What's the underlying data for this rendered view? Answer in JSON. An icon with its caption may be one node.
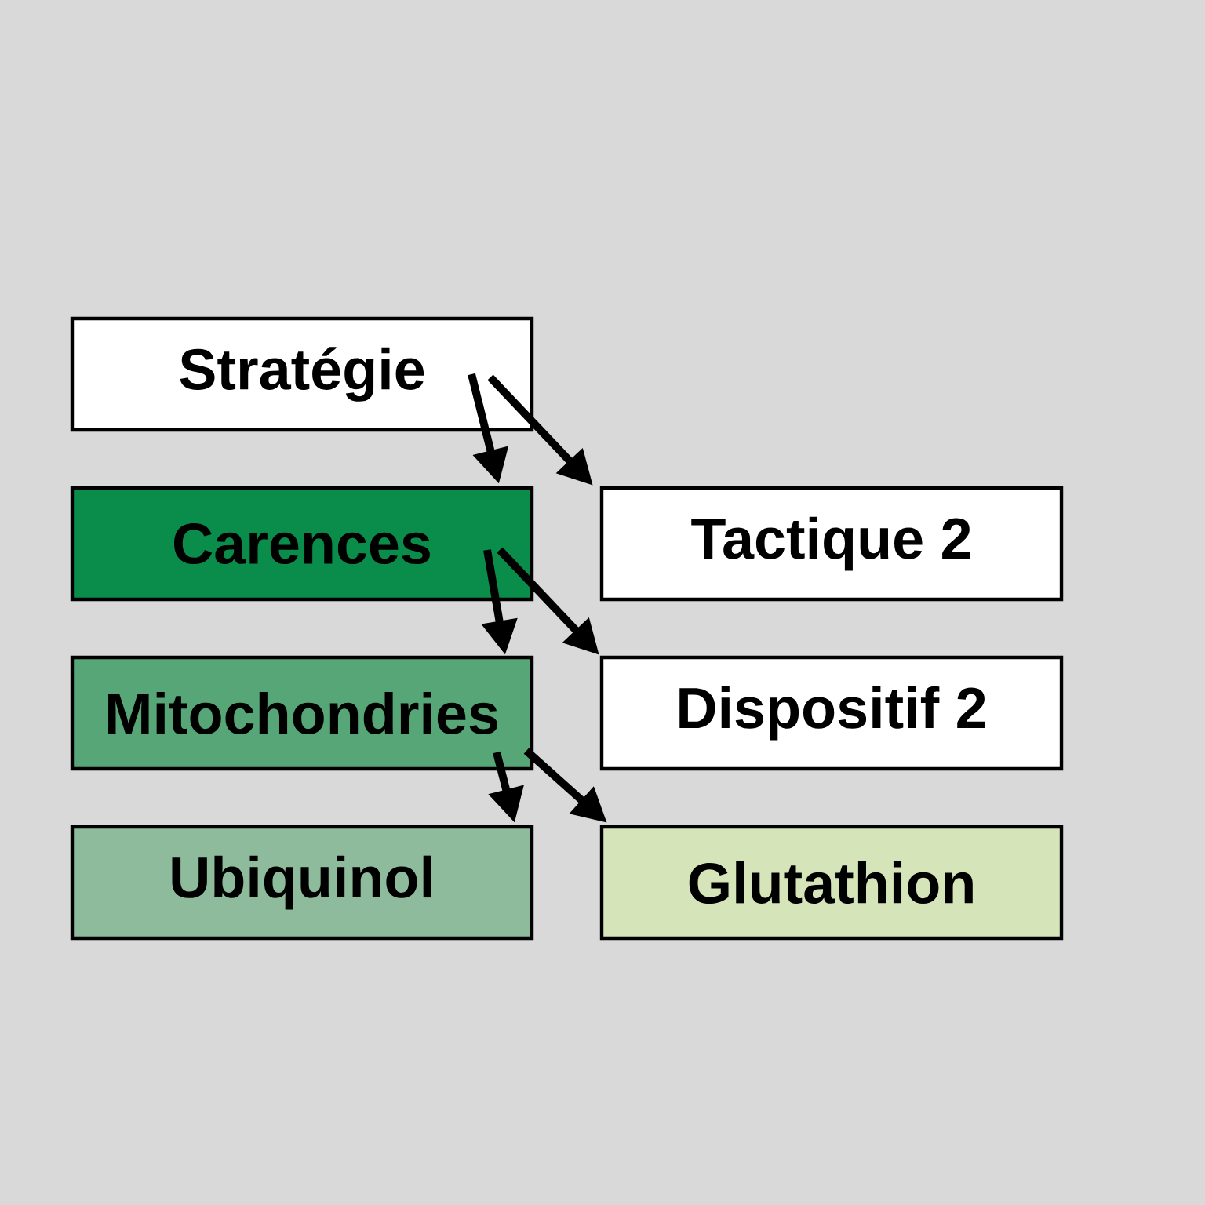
{
  "diagram": {
    "nodes": [
      {
        "text": [
          "Stratégie"
        ]
      },
      {
        "text": [
          "Carences"
        ]
      },
      {
        "text": [
          "Tactique 2"
        ]
      },
      {
        "text": [
          "Mitochondries"
        ]
      },
      {
        "text": [
          "Dispositif 2"
        ]
      },
      {
        "text": [
          "Ubiquinol"
        ]
      },
      {
        "text": [
          "Glutathion"
        ]
      }
    ],
    "edges": [
      {
        "from": 0,
        "to": 1,
        "arrow": "to"
      },
      {
        "from": 0,
        "to": 2,
        "arrow": "to"
      },
      {
        "from": 1,
        "to": 3,
        "arrow": "to"
      },
      {
        "from": 1,
        "to": 4,
        "arrow": "to"
      },
      {
        "from": 3,
        "to": 5,
        "arrow": "to"
      },
      {
        "from": 3,
        "to": 6,
        "arrow": "to"
      }
    ]
  }
}
